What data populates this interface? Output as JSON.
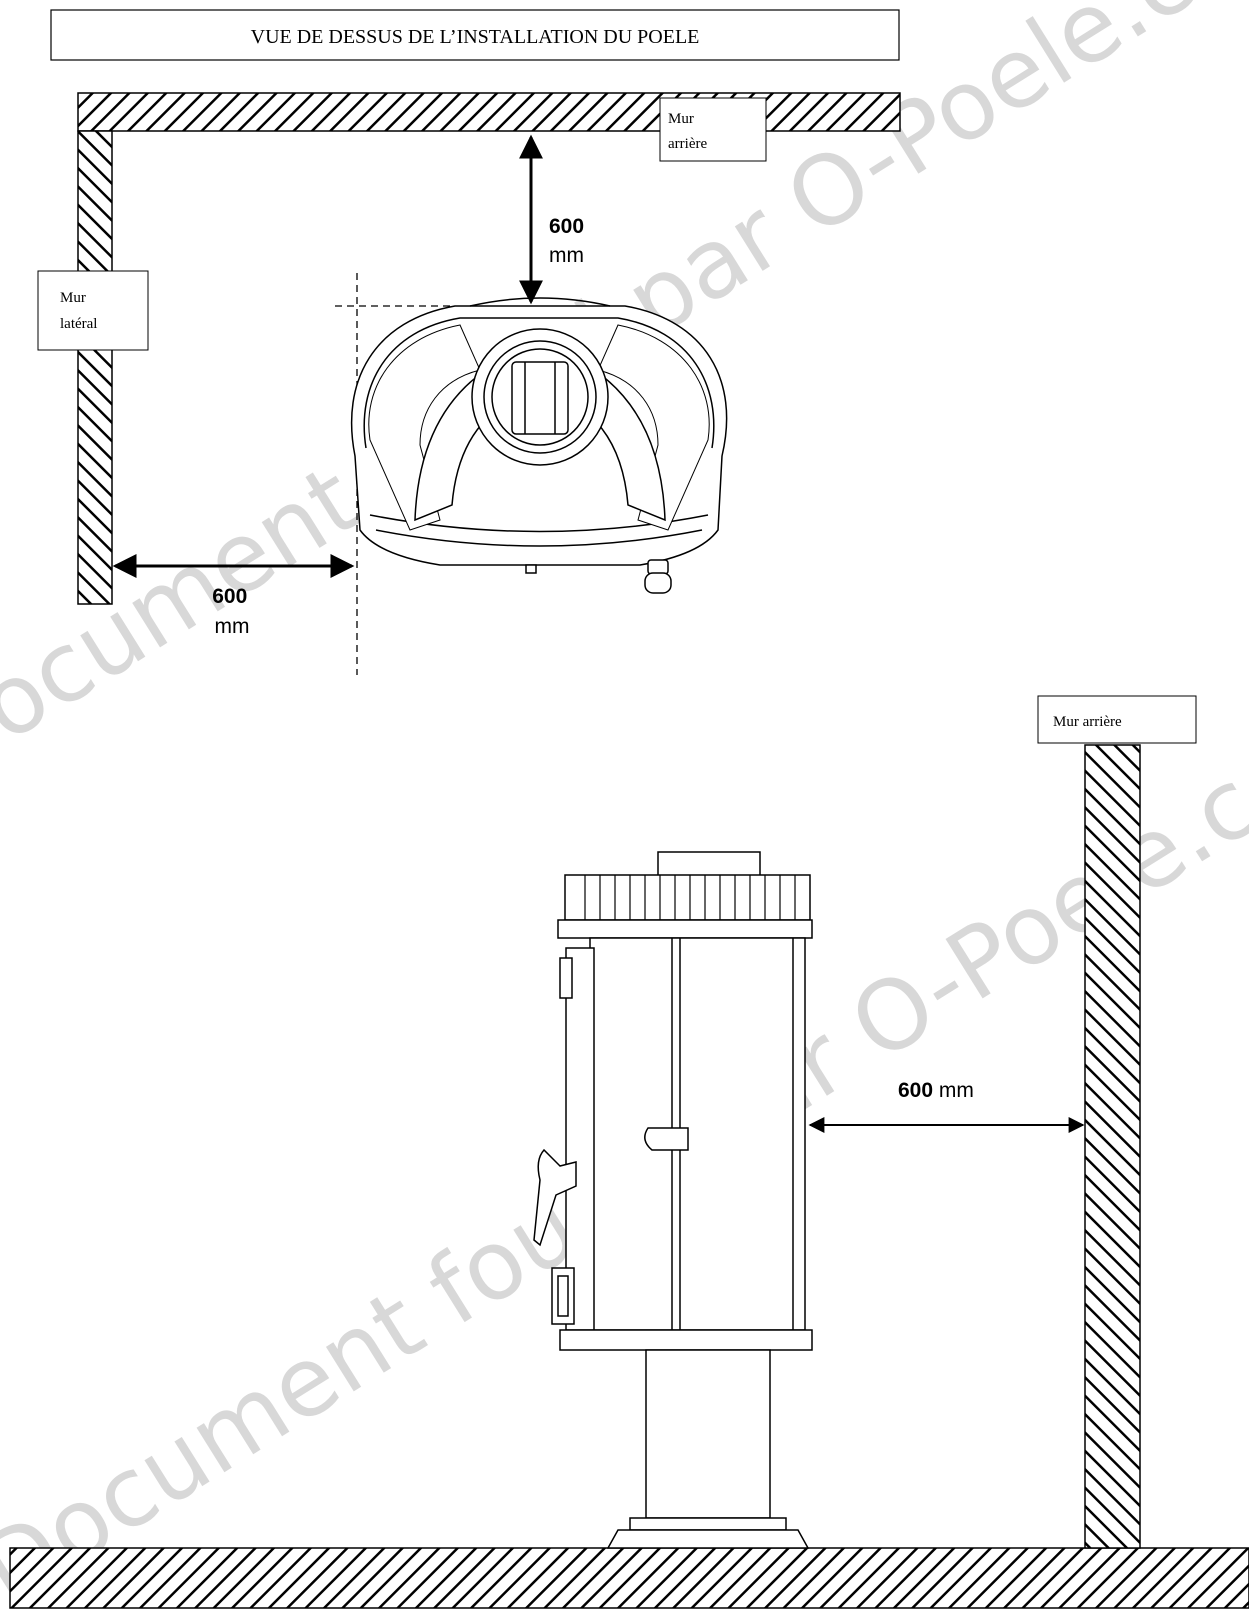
{
  "title": "VUE DE DESSUS DE L’INSTALLATION DU POELE",
  "top_view": {
    "rear_wall_label": [
      "Mur",
      "arrière"
    ],
    "side_wall_label": [
      "Mur",
      "latéral"
    ],
    "clearance_rear": {
      "value": "600",
      "unit": "mm"
    },
    "clearance_side": {
      "value": "600",
      "unit": "mm"
    }
  },
  "side_view": {
    "rear_wall_label": "Mur arrière",
    "clearance_rear": {
      "value": "600",
      "unit": " mm"
    }
  },
  "watermark": "Document fourni par O-Poele.com",
  "colors": {
    "line": "#000000",
    "watermark": "#b9b9b9",
    "background": "#ffffff"
  }
}
